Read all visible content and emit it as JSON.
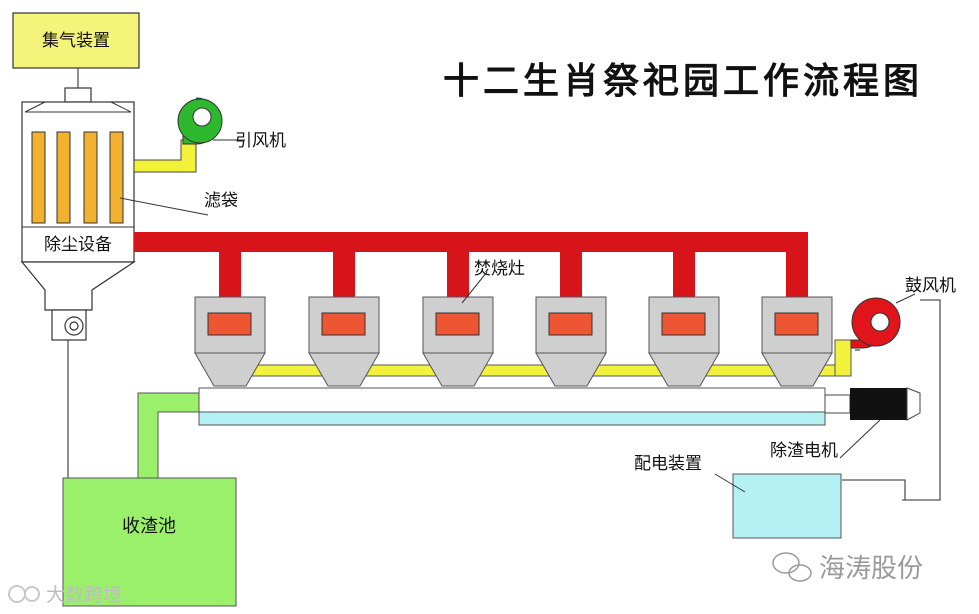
{
  "title": "十二生肖祭祀园工作流程图",
  "labels": {
    "gas_collector": "集气装置",
    "induced_fan": "引风机",
    "filter_bag": "滤袋",
    "dust_removal": "除尘设备",
    "incinerator": "焚烧灶",
    "blower": "鼓风机",
    "slag_motor": "除渣电机",
    "power_device": "配电装置",
    "slag_pool": "收渣池"
  },
  "watermarks": {
    "bottom_left": "大数跨境",
    "bottom_right": "海涛股份"
  },
  "colors": {
    "hot_duct": "#d7141a",
    "air_duct": "#f2f23a",
    "green_tank": "#9af06a",
    "light_blue": "#b5f0f5",
    "furnace_gray": "#cfcfcf",
    "firebox": "#ee5533",
    "bag": "#f2b230",
    "fan_green": "#2db82d",
    "fan_red": "#e0141a",
    "motor": "#111111"
  },
  "incinerator_count": 6
}
